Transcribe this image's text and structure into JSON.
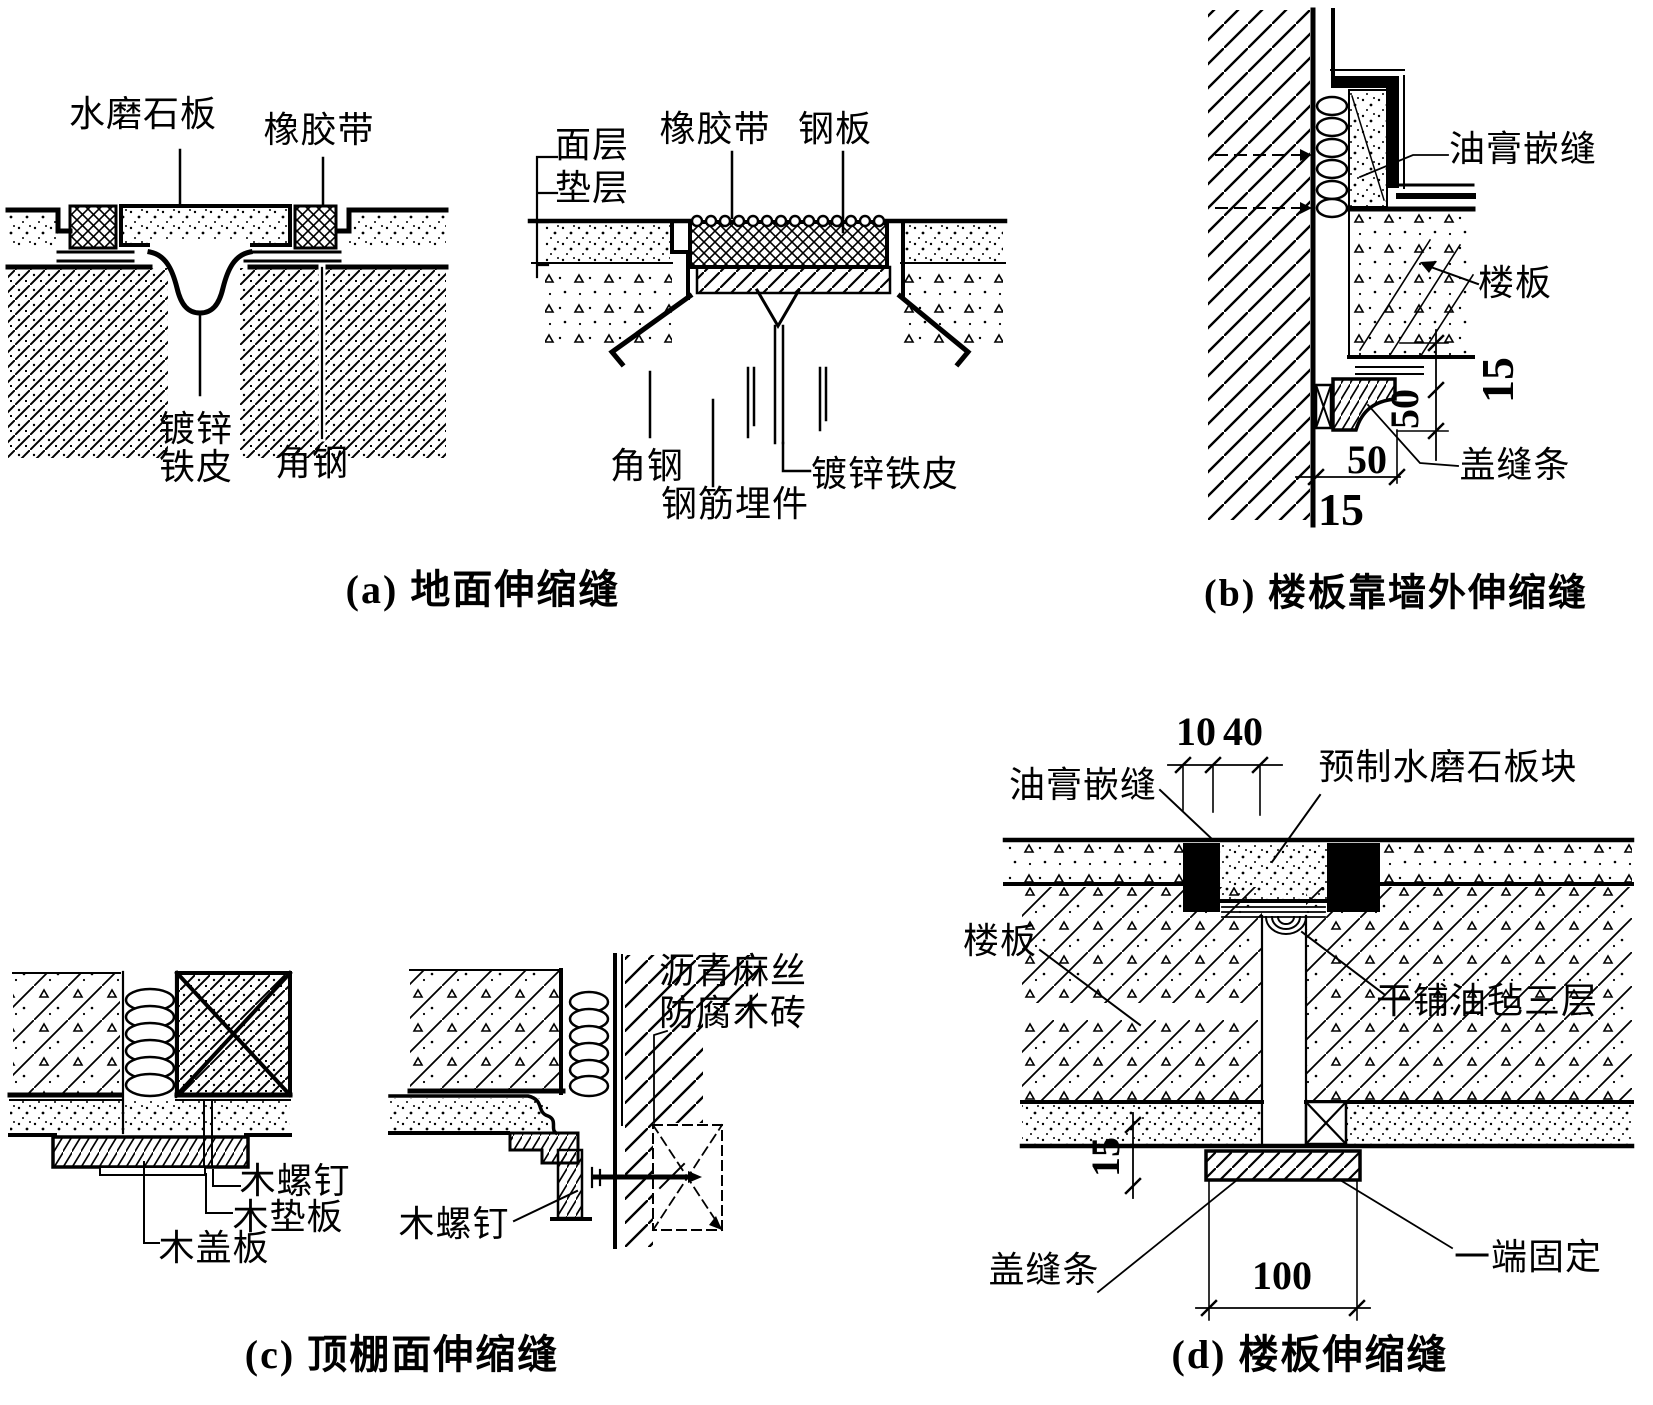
{
  "figure": {
    "background_color": "#ffffff",
    "line_color": "#000000",
    "panels": [
      {
        "id": "a",
        "caption": "(a) 地面伸缩缝",
        "labels": [
          {
            "name": "terrazzo-slab",
            "text": "水磨石板"
          },
          {
            "name": "rubber-strip-left",
            "text": "橡胶带"
          },
          {
            "name": "galvanized-iron-sheet-left",
            "text": "镀锌铁皮"
          },
          {
            "name": "angle-steel-left",
            "text": "角钢"
          },
          {
            "name": "surface-layer",
            "text": "面层"
          },
          {
            "name": "cushion-layer",
            "text": "垫层"
          },
          {
            "name": "rubber-strip-right",
            "text": "橡胶带"
          },
          {
            "name": "steel-plate",
            "text": "钢板"
          },
          {
            "name": "angle-steel-right",
            "text": "角钢"
          },
          {
            "name": "rebar-embedment",
            "text": "钢筋埋件"
          },
          {
            "name": "galvanized-iron-sheet-right",
            "text": "镀锌铁皮"
          }
        ]
      },
      {
        "id": "b",
        "caption": "(b) 楼板靠墙外伸缩缝",
        "labels": [
          {
            "name": "grease-caulking",
            "text": "油膏嵌缝"
          },
          {
            "name": "floor-slab",
            "text": "楼板"
          },
          {
            "name": "cover-strip",
            "text": "盖缝条"
          }
        ],
        "dims": [
          {
            "name": "dim-15-vertical",
            "text": "15"
          },
          {
            "name": "dim-50-vertical",
            "text": "50"
          },
          {
            "name": "dim-50-horizontal",
            "text": "50"
          },
          {
            "name": "dim-15-horizontal",
            "text": "15"
          }
        ]
      },
      {
        "id": "c",
        "caption": "(c) 顶棚面伸缩缝",
        "labels": [
          {
            "name": "wood-screw-left",
            "text": "木螺钉"
          },
          {
            "name": "wood-pad-board",
            "text": "木垫板"
          },
          {
            "name": "wood-cover-board",
            "text": "木盖板"
          },
          {
            "name": "asphalt-hemp",
            "text": "沥青麻丝"
          },
          {
            "name": "preserved-wood-brick",
            "text": "防腐木砖"
          },
          {
            "name": "wood-screw-right",
            "text": "木螺钉"
          }
        ]
      },
      {
        "id": "d",
        "caption": "(d) 楼板伸缩缝",
        "labels": [
          {
            "name": "grease-caulking",
            "text": "油膏嵌缝"
          },
          {
            "name": "precast-terrazzo-block",
            "text": "预制水磨石板块"
          },
          {
            "name": "floor-slab",
            "text": "楼板"
          },
          {
            "name": "dry-laid-felt-three-layers",
            "text": "干铺油毡三层"
          },
          {
            "name": "cover-strip",
            "text": "盖缝条"
          },
          {
            "name": "one-end-fixed",
            "text": "一端固定"
          }
        ],
        "dims": [
          {
            "name": "dim-10",
            "text": "10"
          },
          {
            "name": "dim-40",
            "text": "40"
          },
          {
            "name": "dim-15-vertical",
            "text": "15"
          },
          {
            "name": "dim-100",
            "text": "100"
          }
        ]
      }
    ]
  }
}
